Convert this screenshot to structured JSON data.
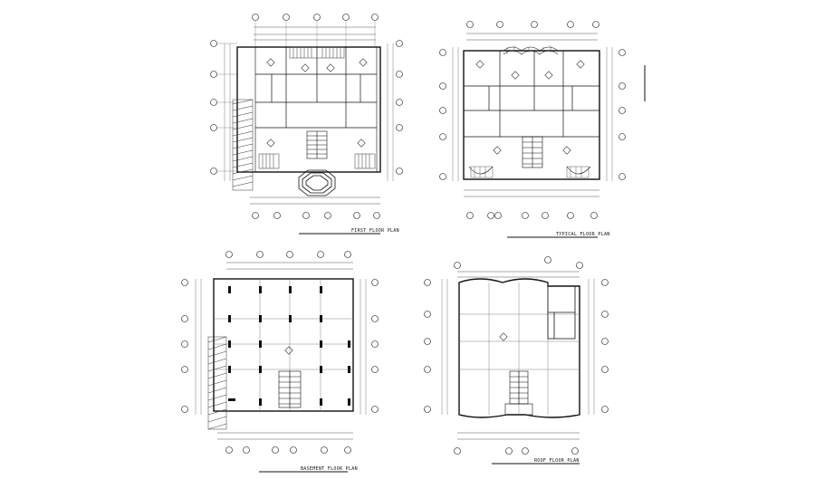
{
  "drawing": {
    "plans": [
      {
        "id": "plan-top-left",
        "title": "FIRST FLOOR PLAN"
      },
      {
        "id": "plan-top-right",
        "title": "TYPICAL FLOOR PLAN"
      },
      {
        "id": "plan-bottom-left",
        "title": "BASEMENT FLOOR PLAN"
      },
      {
        "id": "plan-bottom-right",
        "title": "ROOF FLOOR PLAN"
      }
    ],
    "colors": {
      "line": "#111111",
      "hatch": "#333333",
      "dim": "#555555",
      "background": "#ffffff"
    }
  }
}
